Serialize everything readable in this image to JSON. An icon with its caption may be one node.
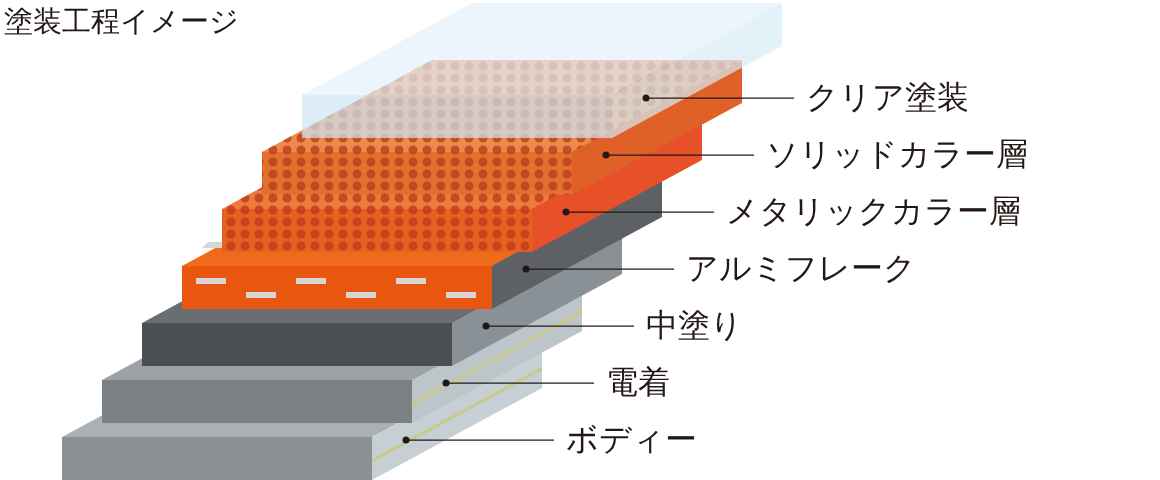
{
  "diagram": {
    "title": "塗装工程イメージ",
    "nodes": [
      {
        "text": [
          "クリア塗装"
        ]
      },
      {
        "text": [
          "ソリッドカラー層"
        ]
      },
      {
        "text": [
          "メタリックカラー層"
        ]
      },
      {
        "text": [
          "アルミフレーク"
        ]
      },
      {
        "text": [
          "中塗り"
        ]
      },
      {
        "text": [
          "電着"
        ]
      },
      {
        "text": [
          "ボディー"
        ]
      }
    ],
    "edges": [
      {
        "from": 0,
        "to": null,
        "arrow": "other"
      },
      {
        "from": 1,
        "to": null,
        "arrow": "other"
      },
      {
        "from": 2,
        "to": null,
        "arrow": "other"
      },
      {
        "from": 3,
        "to": null,
        "arrow": "other"
      },
      {
        "from": 4,
        "to": null,
        "arrow": "other"
      },
      {
        "from": 5,
        "to": null,
        "arrow": "other"
      },
      {
        "from": 6,
        "to": null,
        "arrow": "other"
      }
    ]
  }
}
